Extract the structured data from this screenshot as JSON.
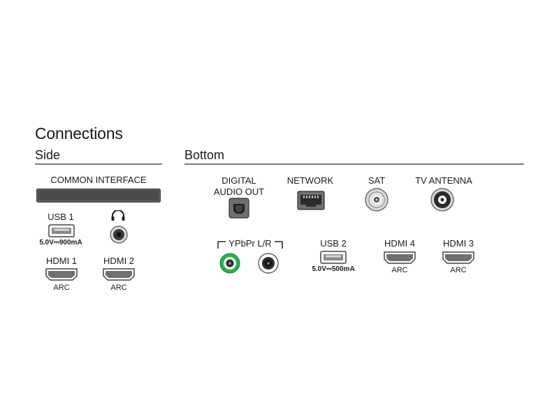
{
  "title": "Connections",
  "side": {
    "heading": "Side",
    "common_interface": "COMMON INTERFACE",
    "usb1": {
      "label": "USB 1",
      "spec": "5.0V⎓900mA"
    },
    "hdmi1": {
      "label": "HDMI 1",
      "sub": "ARC"
    },
    "hdmi2": {
      "label": "HDMI 2",
      "sub": "ARC"
    }
  },
  "bottom": {
    "heading": "Bottom",
    "digital_audio": {
      "line1": "DIGITAL",
      "line2": "AUDIO OUT"
    },
    "network": "NETWORK",
    "sat": "SAT",
    "tv_antenna": "TV ANTENNA",
    "ypbpr": "YPbPr L/R",
    "usb2": {
      "label": "USB 2",
      "spec": "5.0V⎓500mA"
    },
    "hdmi4": {
      "label": "HDMI 4",
      "sub": "ARC"
    },
    "hdmi3": {
      "label": "HDMI 3",
      "sub": "ARC"
    }
  },
  "colors": {
    "port_fill": "#6f6f6f",
    "ypbpr_green": "#2fae52",
    "rule": "#7a7a7a"
  }
}
